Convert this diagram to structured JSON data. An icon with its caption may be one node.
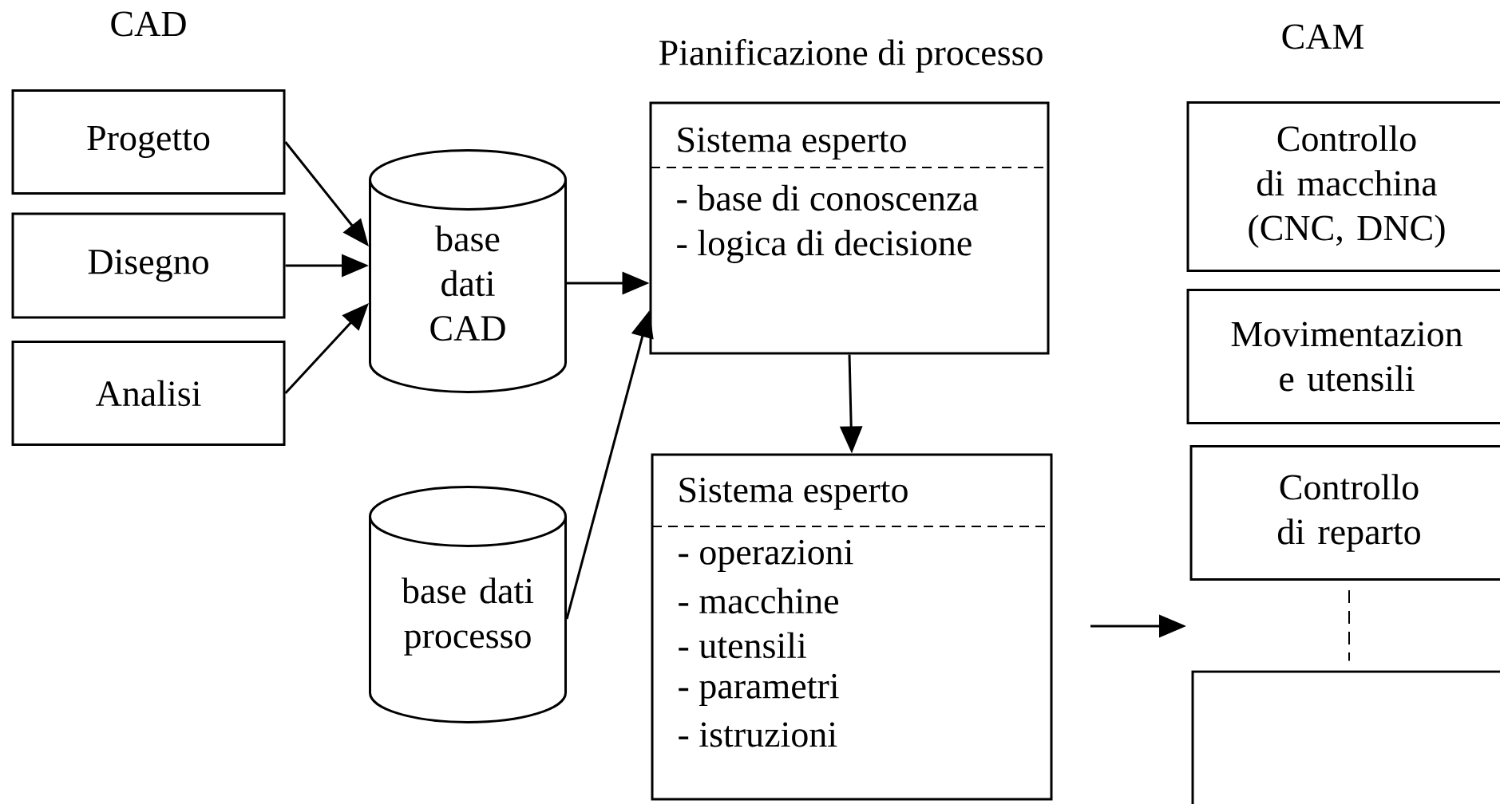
{
  "diagram": {
    "nodes": [
      {
        "text": [
          "Progetto"
        ]
      },
      {
        "text": [
          "Disegno"
        ]
      },
      {
        "text": [
          "Analisi"
        ]
      },
      {
        "text": [
          "base dati CAD"
        ]
      },
      {
        "text": [
          "base dati processo"
        ]
      },
      {
        "text": [
          "Sistema esperto",
          "- base di conoscenza",
          "- logica di decisione"
        ]
      },
      {
        "text": [
          "Sistema esperto",
          "- operazioni",
          "- macchine",
          "- utensili",
          "- parametri",
          "- istruzioni"
        ]
      },
      {
        "text": [
          "Controllo di macchina (CNC, DNC)"
        ]
      },
      {
        "text": [
          "Movimentazion e utensili"
        ]
      },
      {
        "text": [
          "Controllo di reparto"
        ]
      },
      {
        "text": [],
        "shape": "box"
      }
    ],
    "edges": [
      {
        "from": 0,
        "to": 3,
        "arrow": "to"
      },
      {
        "from": 1,
        "to": 3,
        "arrow": "to"
      },
      {
        "from": 2,
        "to": 3,
        "arrow": "to"
      },
      {
        "from": 3,
        "to": 5,
        "arrow": "to"
      },
      {
        "from": 4,
        "to": 5,
        "arrow": "to"
      },
      {
        "from": 5,
        "to": 6,
        "arrow": "to"
      },
      {
        "from": 9,
        "to": 10,
        "arrow": "none",
        "style": "dashed"
      }
    ],
    "labels": [
      "CAD",
      "Pianificazione di processo",
      "CAM"
    ]
  }
}
